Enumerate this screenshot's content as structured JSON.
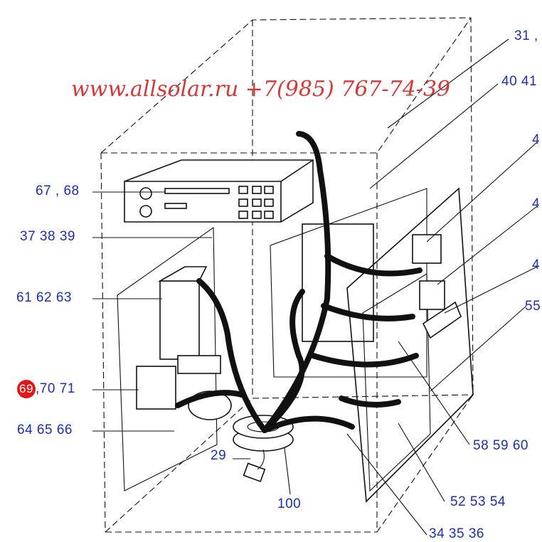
{
  "watermark": "www.allsolar.ru +7(985) 767-74-39",
  "callouts": {
    "c31": "31 ,",
    "c40": "40 41",
    "c4a": "4",
    "c4b": "4",
    "c4c": "4",
    "c55": "55",
    "c67": "67 , 68",
    "c37": "37 38 39",
    "c61": "61 62 63",
    "c69_badge": "69",
    "c69_rest": ",70 71",
    "c64": "64 65 66",
    "c29": "29",
    "c100": "100",
    "c58": "58 59 60",
    "c52": "52 53 54",
    "c34": "34 35 36"
  },
  "colors": {
    "watermark": "#d23a3a",
    "callout_text": "#1c2fb0",
    "highlight_badge": "#e01818",
    "line_art": "#111111"
  }
}
